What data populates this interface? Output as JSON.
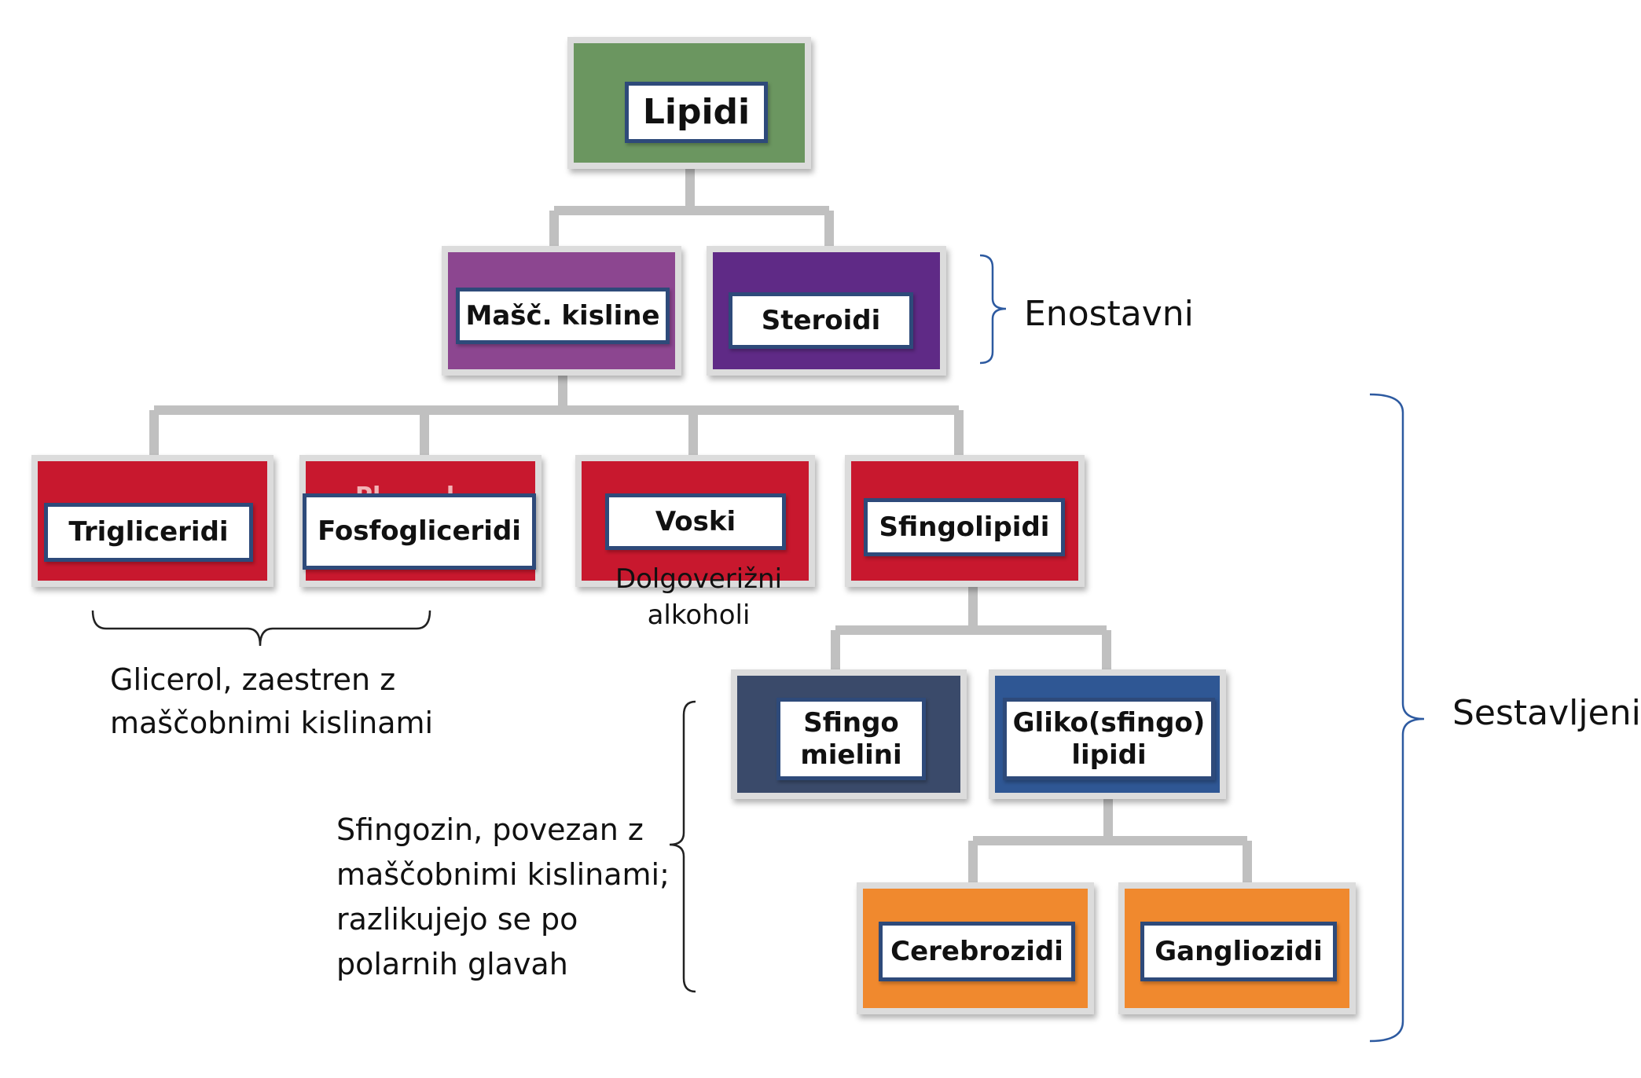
{
  "diagram": {
    "colors": {
      "root": "#6b9660",
      "fatty_acids": "#8c4690",
      "steroids": "#5f2a86",
      "compound": "#c8182e",
      "sphingomyelin": "#3a4a6a",
      "glyco": "#2f5794",
      "gangliosides": "#f0892e",
      "connector": "#c0c0c0",
      "brace": "#2d5aa0",
      "brace_black": "#222222"
    },
    "nodes": {
      "lipidi": "Lipidi",
      "masc_kisline": "Mašč. kisline",
      "steroidi": "Steroidi",
      "trigliceridi": "Trigliceridi",
      "fosfogliceridi": "Fosfogliceridi",
      "fosfogliceridi_hidden": "Pl        l",
      "voski": "Voski",
      "sfingolipidi": "Sfingolipidi",
      "sfingomielini": "Sfingo\nmielini",
      "glikolipidi": "Gliko(sfingo)\nlipidi",
      "cerebrozidi": "Cerebrozidi",
      "gangliozidi": "Gangliozidi"
    },
    "annotations": {
      "enostavni": "Enostavni",
      "sestavljeni": "Sestavljeni",
      "voski_note": "Dolgoverižni\nalkoholi",
      "glicerol_note": "Glicerol, zaestren z\nmaščobnimi kislinami",
      "sfingozin_note": "Sfingozin, povezan z\nmaščobnimi kislinami;\nrazlikujejo se po\npolarnih glavah"
    }
  }
}
